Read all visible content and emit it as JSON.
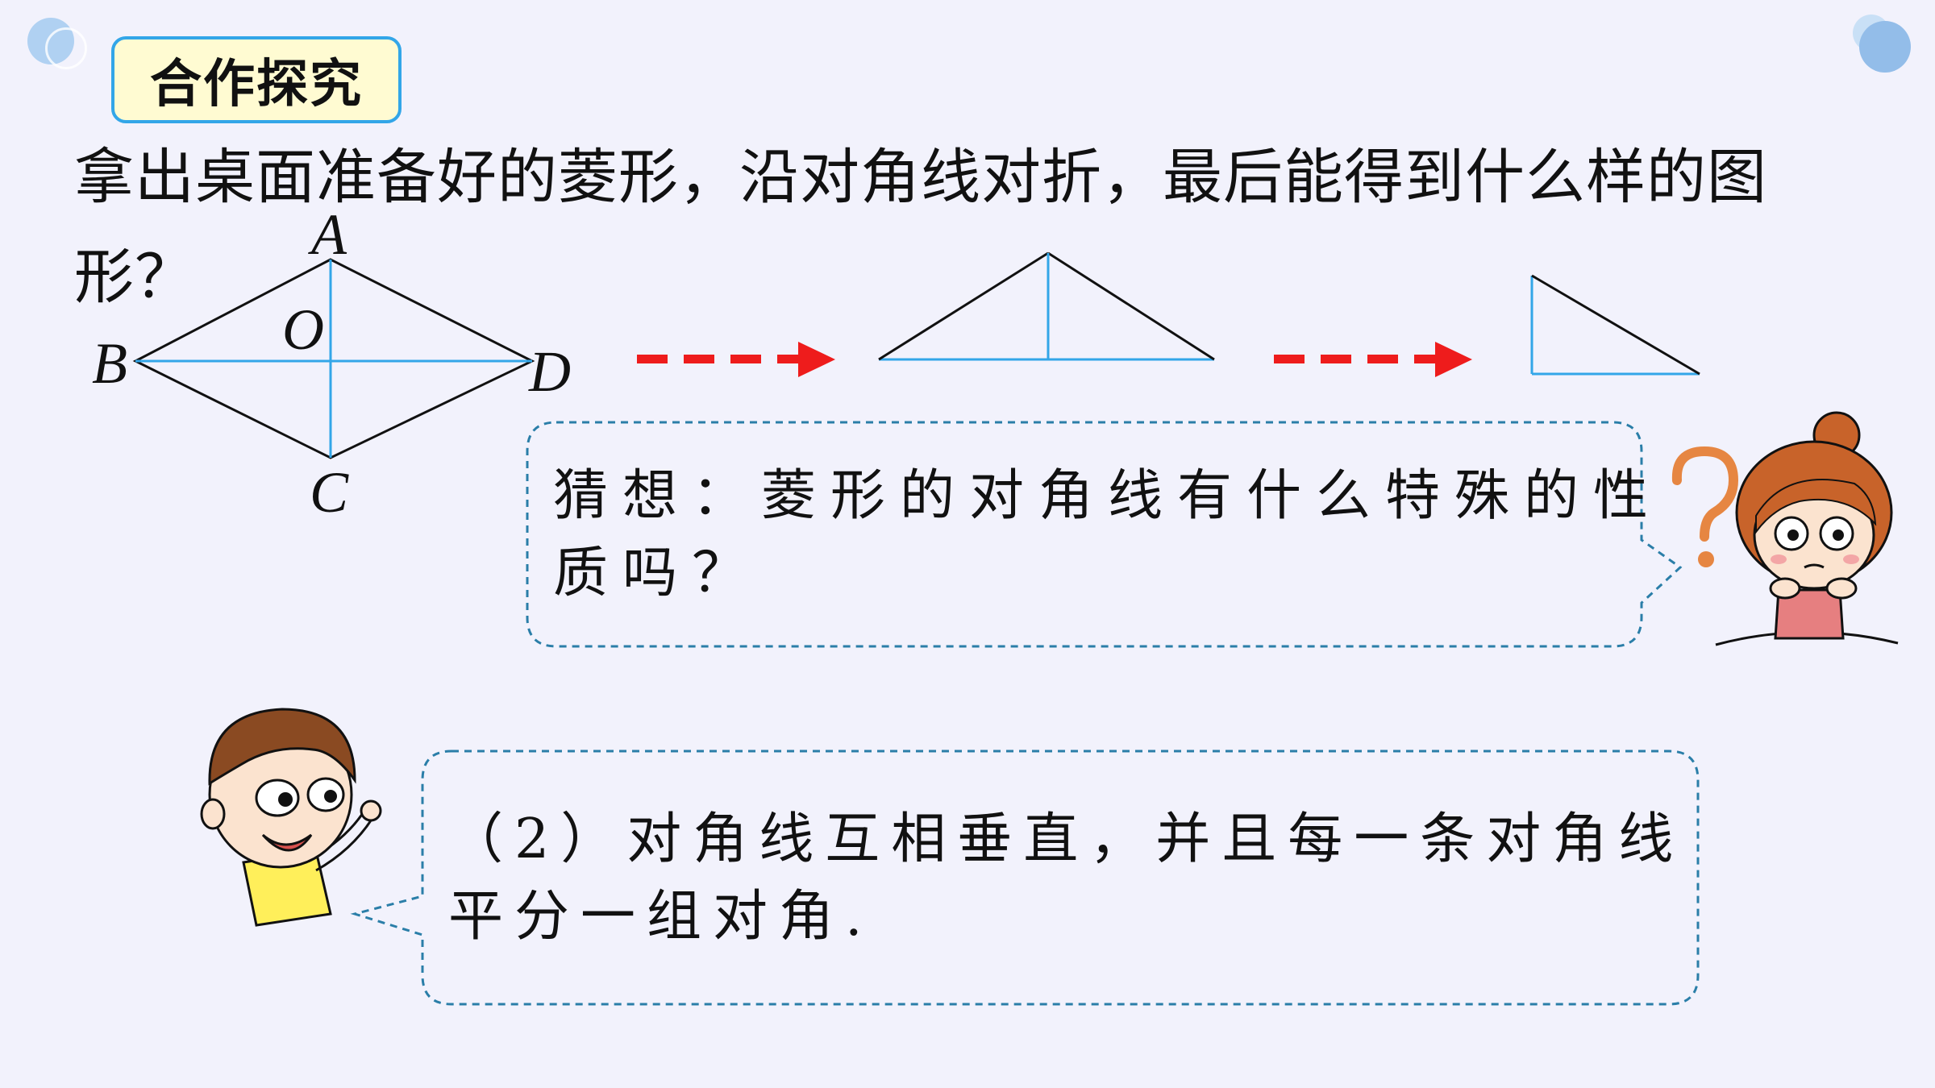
{
  "badge": {
    "title": "合作探究"
  },
  "question": {
    "line1": "拿出桌面准备好的菱形，沿对角线对折，最后能得到什么样的图",
    "line2": "形？"
  },
  "rhombus": {
    "labels": {
      "A": "A",
      "B": "B",
      "C": "C",
      "D": "D",
      "O": "O"
    }
  },
  "conjecture": {
    "line1": "猜想：菱形的对角线有什么特殊的性",
    "line2": "质吗？"
  },
  "answer": {
    "line1": "（2）对角线互相垂直，并且每一条对角线",
    "line2": "平分一组对角."
  },
  "colors": {
    "background": "#f2f2fc",
    "badge_fill": "#fffbd2",
    "badge_border": "#33a6e8",
    "diagonal": "#33a6e8",
    "arrow": "#ee1c1c",
    "callout_border": "#2a7ea8"
  },
  "icons": {
    "arrow": "dashed-right-arrow-icon",
    "girl": "thinking-girl-icon",
    "boy": "pointing-boy-icon",
    "question_mark": "question-mark-icon"
  }
}
